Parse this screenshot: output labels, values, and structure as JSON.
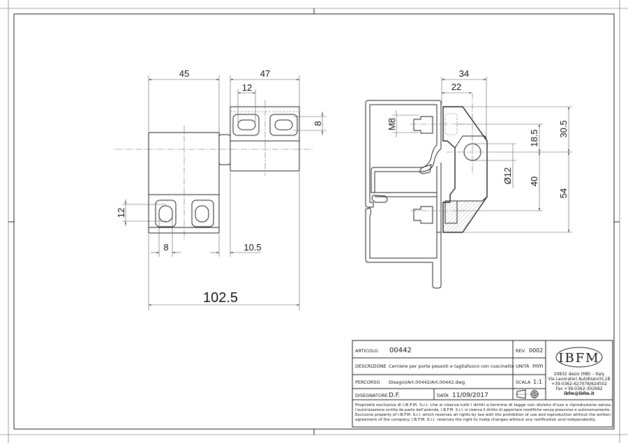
{
  "drawing": {
    "front_view": {
      "dim_width_left": "45",
      "dim_width_right": "47",
      "dim_slot_length_top": "12",
      "dim_slot_width_top": "8",
      "dim_slot_length_bottom": "12",
      "dim_slot_width_bottom": "8",
      "dim_gap": "10.5",
      "dim_total": "102.5"
    },
    "section_view": {
      "dim_overall_depth": "34",
      "dim_axis_depth": "22",
      "dim_thread": "M8",
      "dim_top_to_axis": "30.5",
      "dim_screw_to_axis": "18.5",
      "dim_bore": "Ø12",
      "dim_axis_to_screw": "40",
      "dim_axis_to_bottom": "54"
    }
  },
  "title_block": {
    "articolo_label": "ARTICOLO.",
    "articolo_value": "00442",
    "rev_label": "REV.",
    "rev_value": "0002",
    "descrizione_label": "DESCRIZIONE",
    "descrizione_value": "Cerniere per porte pesanti e tagliafuoco con cuscinetto",
    "unita_label": "UNITÀ",
    "unita_value": "mm",
    "percorso_label": "PERCORSO",
    "percorso_value": "Disegni/Art.00442/Art.00442.dwg",
    "scala_label": "SCALA",
    "scala_value": "1:1",
    "disegnatore_label": "DISEGNATORE",
    "disegnatore_value": "D.F.",
    "data_label": "DATA",
    "data_value": "11/09/2017",
    "logo_text": "IBFM",
    "address": [
      "20832 desio (MB) – Italy",
      "Via Lavoratori Autobianchi,1B",
      "+39-0362-627078/624502",
      "Fax +39-0362-302692",
      "ibfm@ibfm.it"
    ],
    "notes": [
      "Proprietà esclusiva di I.B.F.M. S.r.l. che si riserva tutti i diritti a termine di legge con divieto d'uso e riproduzione senza",
      "l'autorizzazione scritta da parte dell'azienda. I.B.F.M. S.r.l. si riserva il diritto di apportare modifiche senza preavviso e autonomamente.",
      "Exclusive property of I.B.F.M. S.r.l. which reserves all rights by law with the prohibition of use and reproduction without the written",
      "agreement of the company. I.B.F.M. S.r.l. reserves the right to make changes without any notification and independently."
    ]
  }
}
